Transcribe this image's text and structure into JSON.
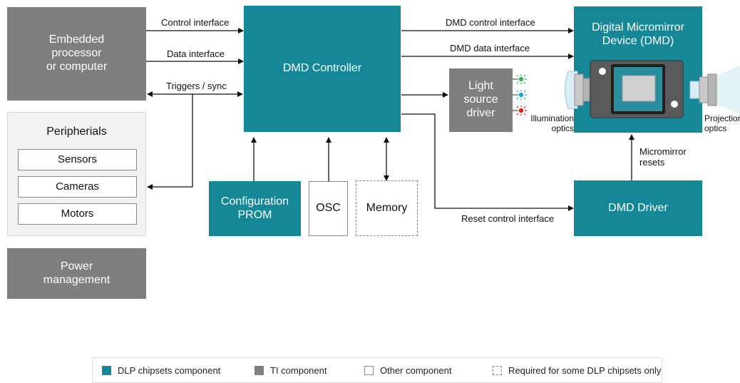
{
  "blocks": {
    "embedded": "Embedded\nprocessor\nor computer",
    "peripherals_title": "Peripherials",
    "sensors": "Sensors",
    "cameras": "Cameras",
    "motors": "Motors",
    "power": "Power\nmanagement",
    "dmd_controller": "DMD Controller",
    "config_prom": "Configuration\nPROM",
    "osc": "OSC",
    "memory": "Memory",
    "light_source": "Light\nsource\ndriver",
    "dmd": "Digital Micromirror\nDevice (DMD)",
    "dmd_driver": "DMD Driver"
  },
  "labels": {
    "control_interface": "Control interface",
    "data_interface": "Data interface",
    "triggers_sync": "Triggers / sync",
    "dmd_control_interface": "DMD control interface",
    "dmd_data_interface": "DMD data interface",
    "reset_control_interface": "Reset control interface",
    "illumination_optics": "Illumination\noptics",
    "projection_optics": "Projection\noptics",
    "micromirror_resets": "Micromirror\nresets"
  },
  "legend": {
    "dlp": "DLP chipsets component",
    "ti": "TI component",
    "other": "Other component",
    "required": "Required for some DLP chipsets only"
  },
  "colors": {
    "dlp_teal": "#158797",
    "ti_gray": "#7f7f7f",
    "led_green": "#3cb44b",
    "led_blue": "#1aa3d6",
    "led_red": "#d42020"
  }
}
